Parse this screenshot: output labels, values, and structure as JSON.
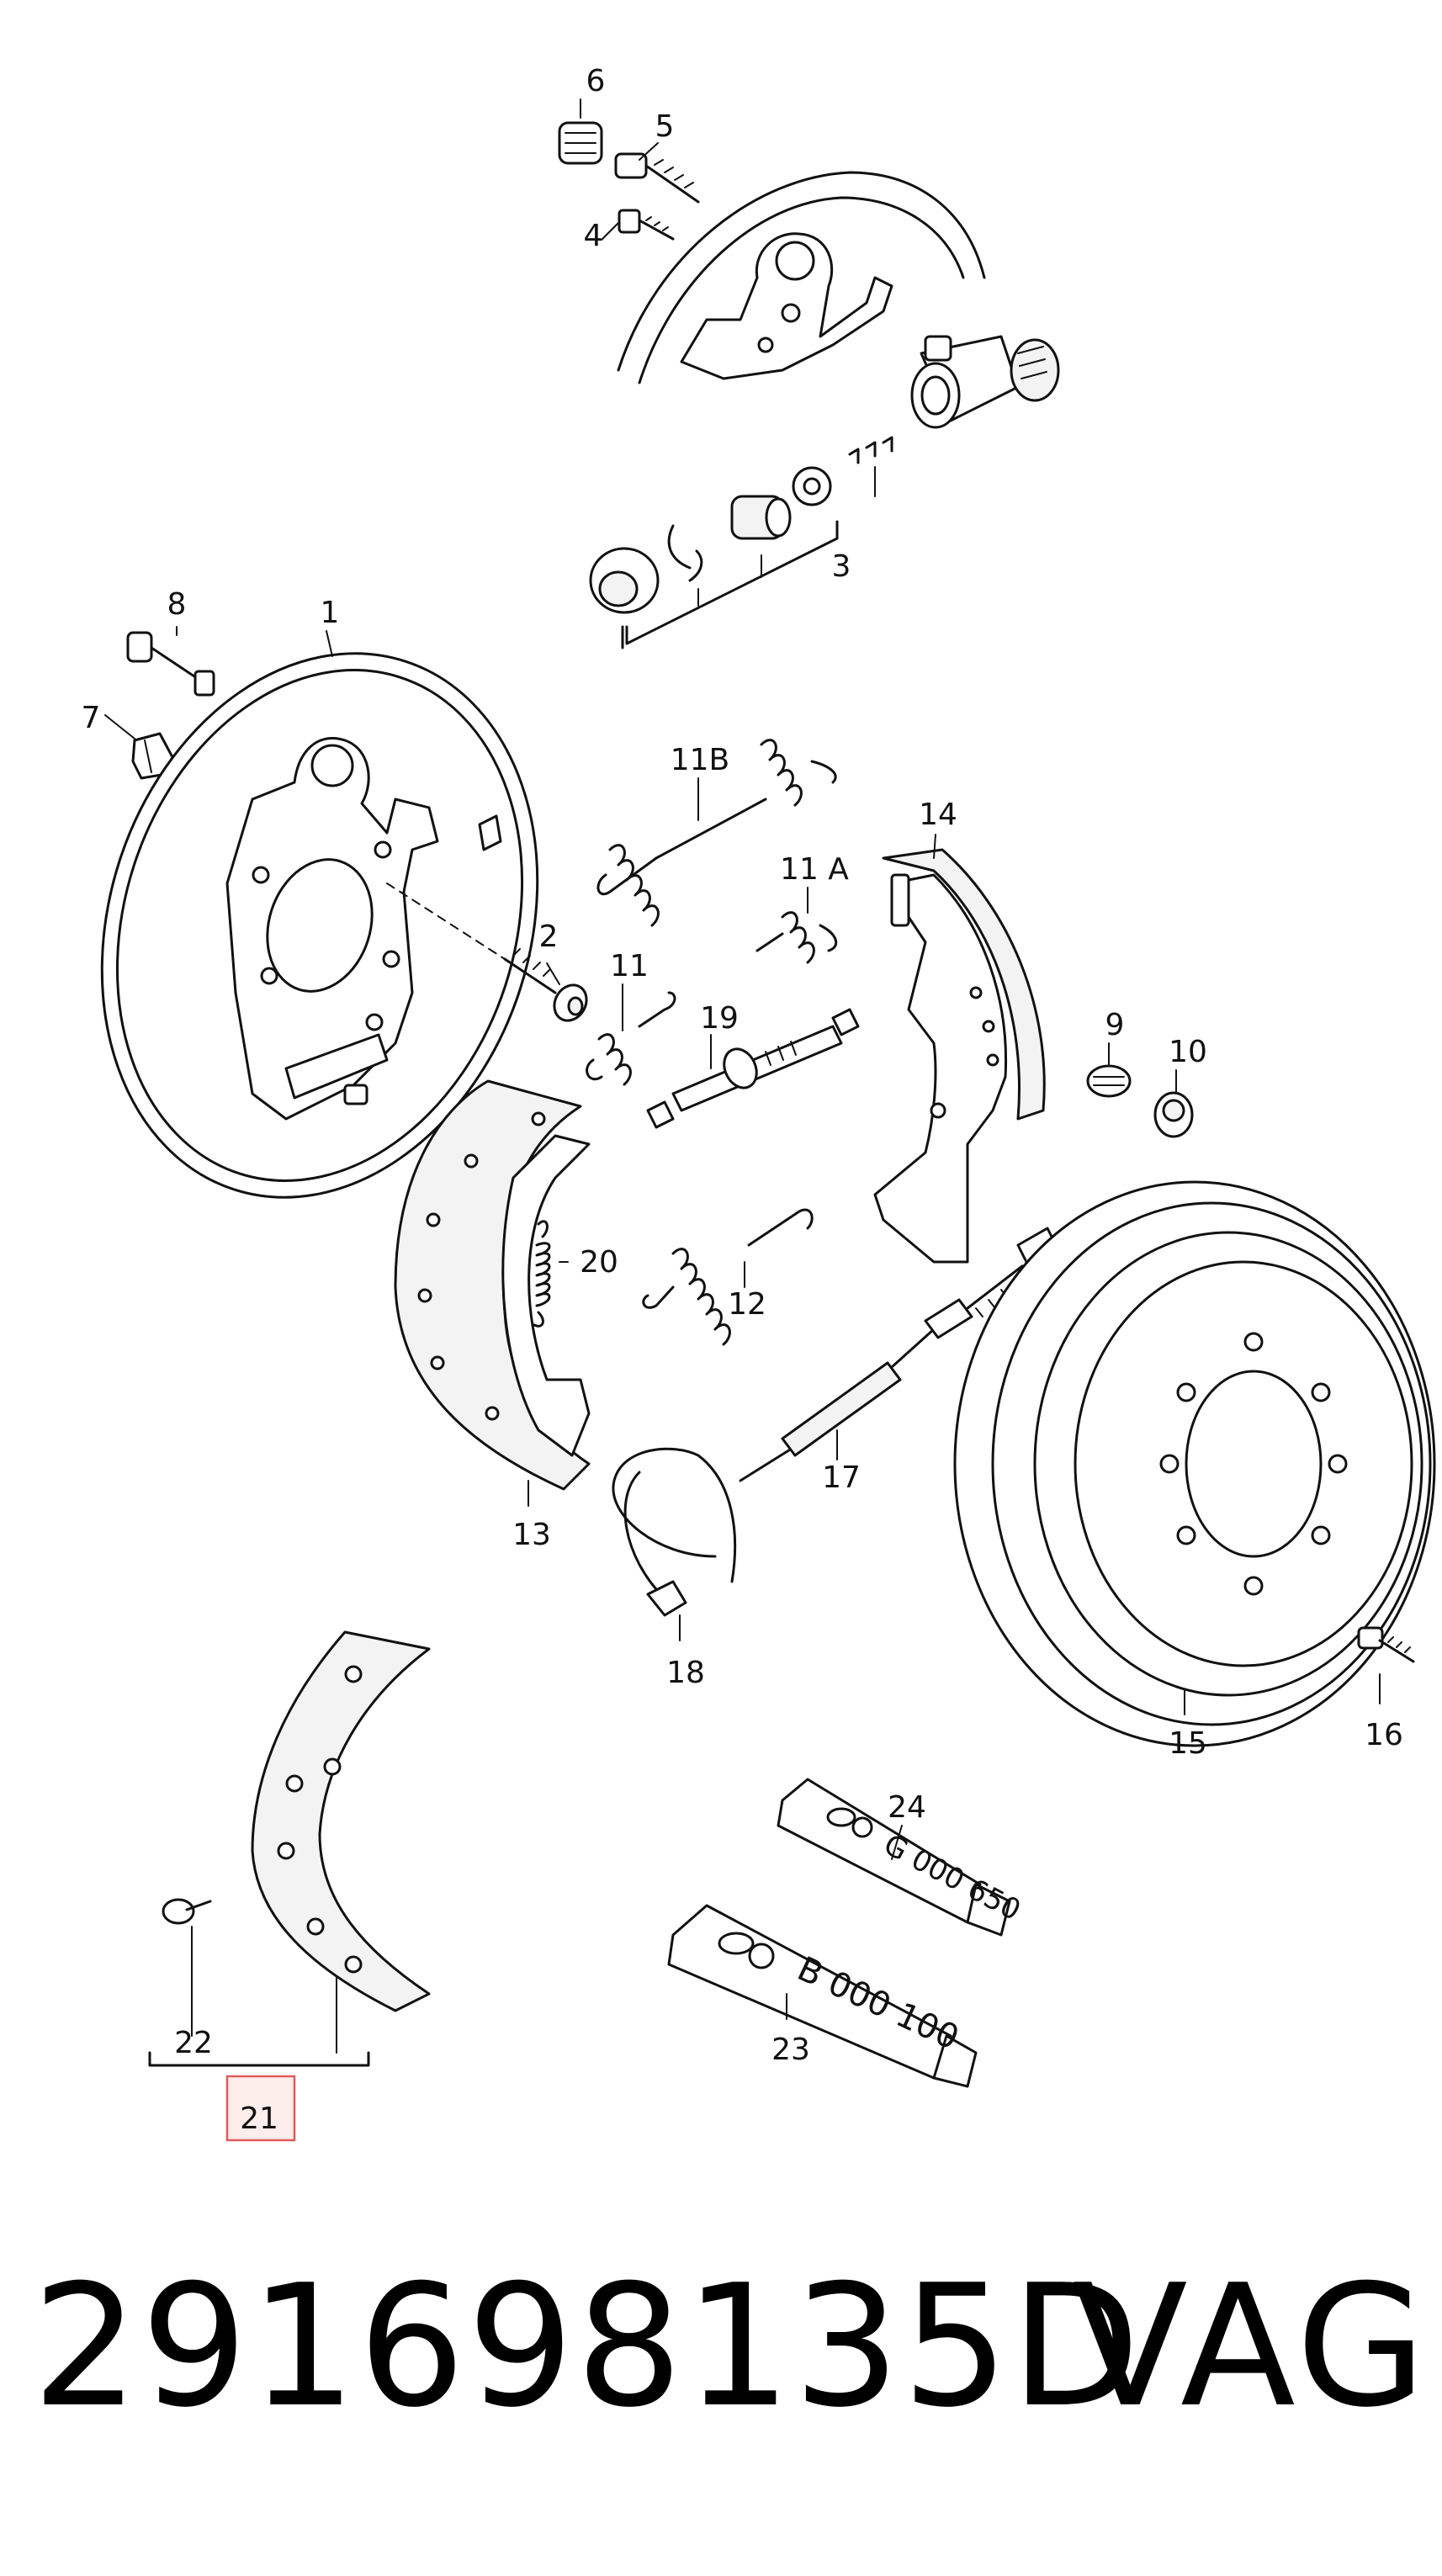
{
  "labels": {
    "l1": "1",
    "l2": "2",
    "l3": "3",
    "l4": "4",
    "l5": "5",
    "l6": "6",
    "l7": "7",
    "l8": "8",
    "l9": "9",
    "l10": "10",
    "l11": "11",
    "l11a": "11 A",
    "l11b": "11B",
    "l12": "12",
    "l13": "13",
    "l14": "14",
    "l15": "15",
    "l16": "16",
    "l17": "17",
    "l18": "18",
    "l19": "19",
    "l20": "20",
    "l21": "21",
    "l22": "22",
    "l23": "23",
    "l24": "24"
  },
  "tubes": {
    "tube24_code": "G 000 650",
    "tube23_code": "B 000 100"
  },
  "caption": {
    "part_number": "291698135D",
    "brand": "VAG"
  },
  "highlight": {
    "label": "21",
    "color": "#e05a5a"
  }
}
